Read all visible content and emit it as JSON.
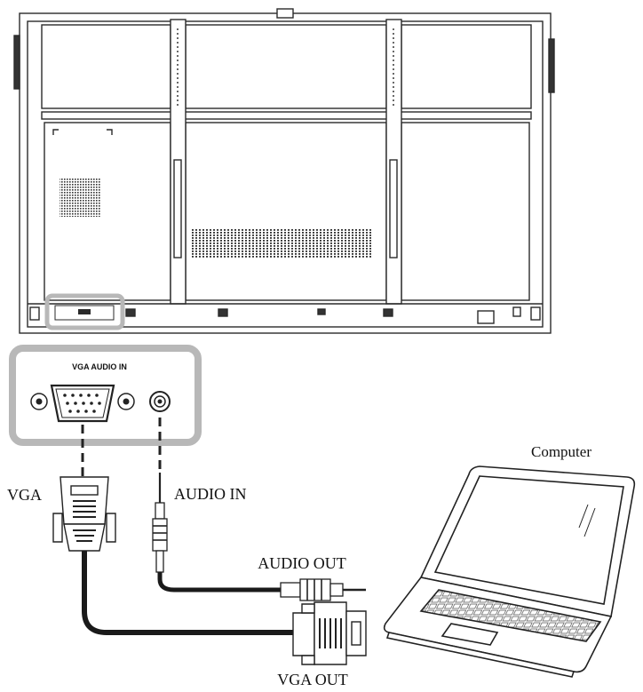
{
  "panel": {
    "port_title": "VGA AUDIO IN"
  },
  "labels": {
    "computer": "Computer",
    "vga": "VGA",
    "audio_in": "AUDIO IN",
    "audio_out": "AUDIO OUT",
    "vga_out": "VGA OUT"
  },
  "colors": {
    "line": "#2a2a2a",
    "highlight": "#b8b8b8",
    "cable": "#1a1a1a",
    "panel_fill": "#f4f4f4"
  }
}
